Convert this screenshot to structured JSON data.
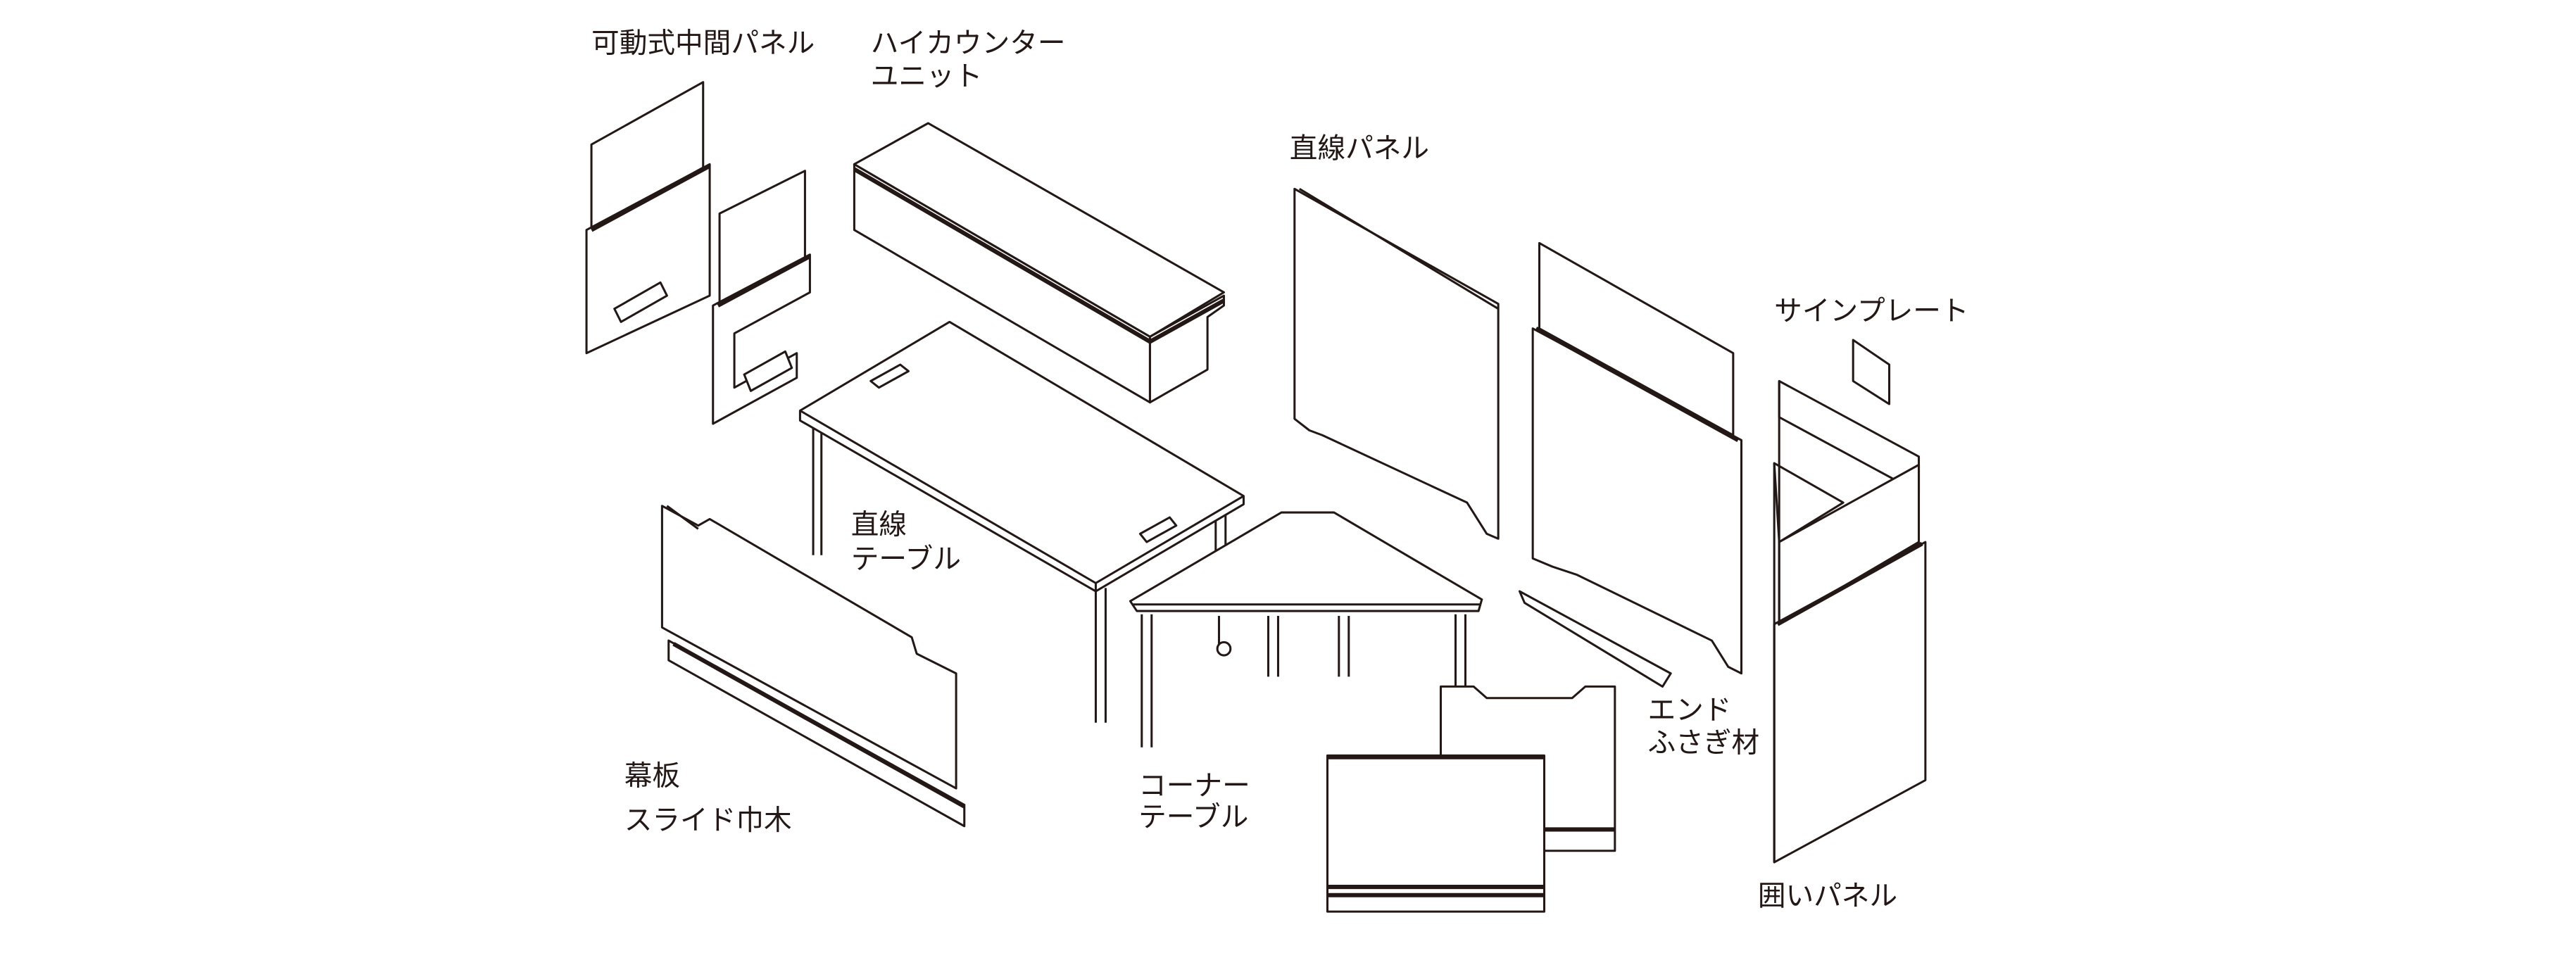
{
  "title": "Furniture component exploded view",
  "colors": {
    "line": "#231815",
    "background": "#ffffff"
  },
  "labels": {
    "movable_mid_panel": "可動式中間パネル",
    "high_counter_1": "ハイカウンター",
    "high_counter_2": "ユニット",
    "straight_panel": "直線パネル",
    "sign_plate": "サインプレート",
    "straight_table_1": "直線",
    "straight_table_2": "テーブル",
    "modesty_panel": "幕板",
    "slide_baseboard": "スライド巾木",
    "corner_table_1": "コーナー",
    "corner_table_2": "テーブル",
    "end_cap_1": "エンド",
    "end_cap_2": "ふさぎ材",
    "enclosure_panel": "囲いパネル"
  }
}
